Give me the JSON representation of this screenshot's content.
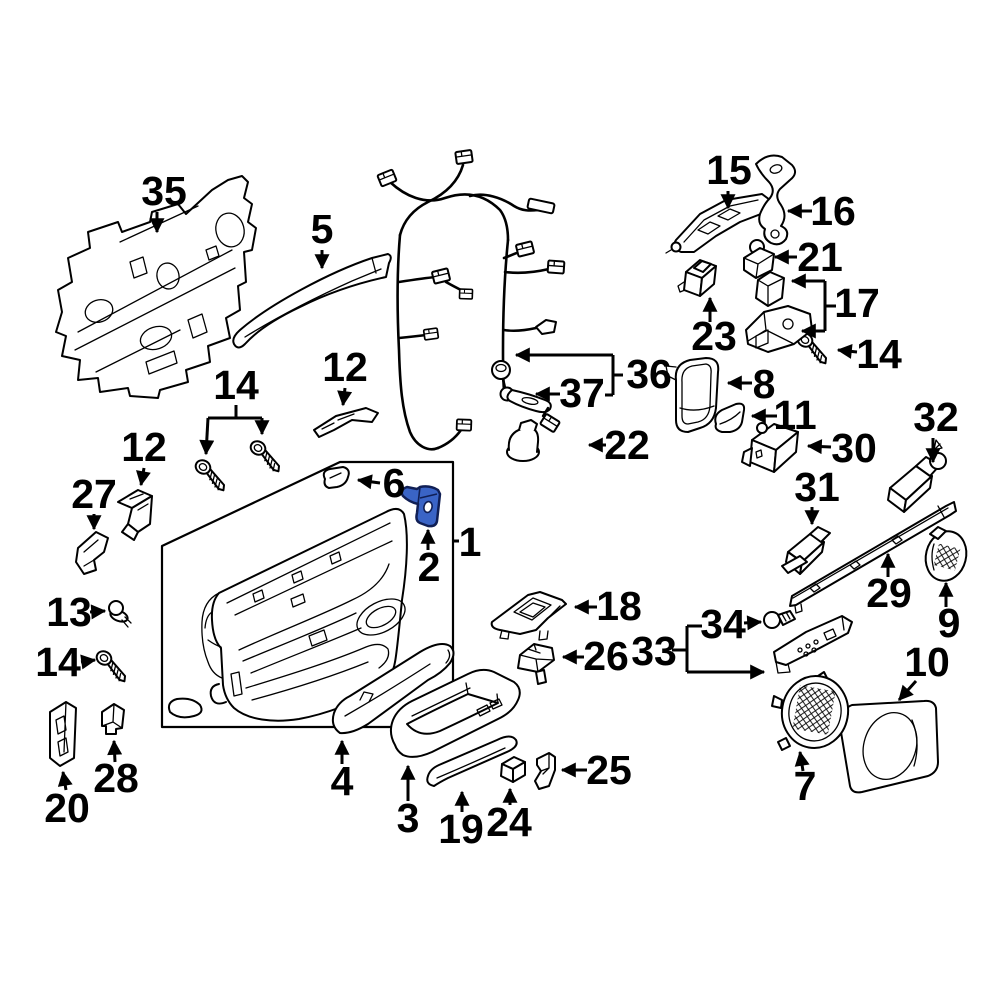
{
  "diagram": {
    "type": "exploded-parts-diagram",
    "subject": "front door interior trim panel",
    "background": "#ffffff",
    "line_color": "#000000",
    "highlight_color": "#3a64c6",
    "highlight_outline": "#101f55",
    "highlighted_callout": "2"
  },
  "callouts": [
    {
      "id": "c35",
      "label": "35"
    },
    {
      "id": "c5",
      "label": "5"
    },
    {
      "id": "c15",
      "label": "15"
    },
    {
      "id": "c16",
      "label": "16"
    },
    {
      "id": "c21",
      "label": "21"
    },
    {
      "id": "c17",
      "label": "17"
    },
    {
      "id": "c23",
      "label": "23"
    },
    {
      "id": "c14r",
      "label": "14"
    },
    {
      "id": "c36",
      "label": "36"
    },
    {
      "id": "c37",
      "label": "37"
    },
    {
      "id": "c22",
      "label": "22"
    },
    {
      "id": "c8",
      "label": "8"
    },
    {
      "id": "c11",
      "label": "11"
    },
    {
      "id": "c30",
      "label": "30"
    },
    {
      "id": "c32",
      "label": "32"
    },
    {
      "id": "c31",
      "label": "31"
    },
    {
      "id": "c29",
      "label": "29"
    },
    {
      "id": "c9",
      "label": "9"
    },
    {
      "id": "c12l",
      "label": "12"
    },
    {
      "id": "c27",
      "label": "27"
    },
    {
      "id": "c13",
      "label": "13"
    },
    {
      "id": "c14l",
      "label": "14"
    },
    {
      "id": "c14c",
      "label": "14"
    },
    {
      "id": "c12c",
      "label": "12"
    },
    {
      "id": "c6",
      "label": "6"
    },
    {
      "id": "c2",
      "label": "2"
    },
    {
      "id": "c1",
      "label": "1"
    },
    {
      "id": "c18",
      "label": "18"
    },
    {
      "id": "c26",
      "label": "26"
    },
    {
      "id": "c4",
      "label": "4"
    },
    {
      "id": "c3",
      "label": "3"
    },
    {
      "id": "c19",
      "label": "19"
    },
    {
      "id": "c24",
      "label": "24"
    },
    {
      "id": "c25",
      "label": "25"
    },
    {
      "id": "c20",
      "label": "20"
    },
    {
      "id": "c28",
      "label": "28"
    },
    {
      "id": "c33",
      "label": "33"
    },
    {
      "id": "c34",
      "label": "34"
    },
    {
      "id": "c10",
      "label": "10"
    },
    {
      "id": "c7",
      "label": "7"
    }
  ]
}
